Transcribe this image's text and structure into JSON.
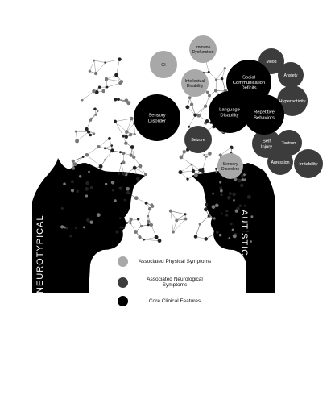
{
  "labels": {
    "left": "NEUROTYPICAL",
    "right": "AUTISTIC"
  },
  "legend": [
    {
      "label": "Associated Physical Symptoms",
      "color": "#a8a8a8"
    },
    {
      "label": "Associated Neurological Symptoms",
      "color": "#3c3c3c"
    },
    {
      "label": "Core Clinical Features",
      "color": "#000000"
    }
  ],
  "nodes": [
    {
      "label": "Immune Dysfunction",
      "category": "physical"
    },
    {
      "label": "GI",
      "category": "physical"
    },
    {
      "label": "Intellectual Disability",
      "category": "physical"
    },
    {
      "label": "Sensory Disorders",
      "category": "physical"
    },
    {
      "label": "Mood",
      "category": "neurological"
    },
    {
      "label": "Anxiety",
      "category": "neurological"
    },
    {
      "label": "Hyperactivity",
      "category": "neurological"
    },
    {
      "label": "Self Injury",
      "category": "neurological"
    },
    {
      "label": "Tantrum",
      "category": "neurological"
    },
    {
      "label": "Agression",
      "category": "neurological"
    },
    {
      "label": "Irritability",
      "category": "neurological"
    },
    {
      "label": "Seizure",
      "category": "neurological"
    },
    {
      "label": "Social Communication Deficits",
      "category": "core"
    },
    {
      "label": "Sensory Disorder",
      "category": "core"
    },
    {
      "label": "Language Disability",
      "category": "core"
    },
    {
      "label": "Repetitive Behaviors",
      "category": "core"
    }
  ],
  "colors": {
    "physical": "#a8a8a8",
    "neurological": "#3c3c3c",
    "core": "#000000",
    "silhouette": "#000000",
    "network": "#555555"
  }
}
